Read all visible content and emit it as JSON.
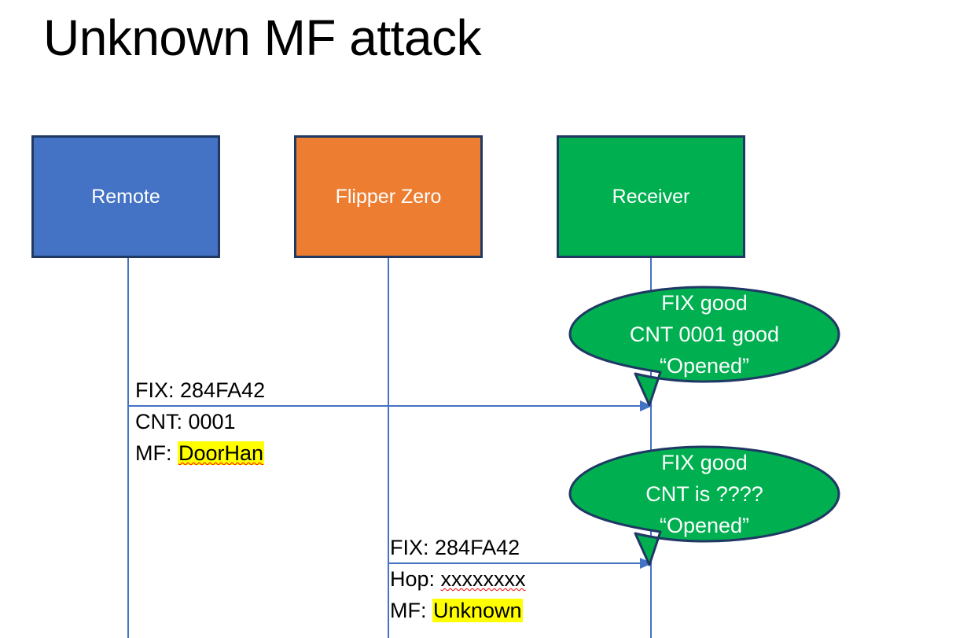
{
  "slide": {
    "title": "Unknown MF attack",
    "colors": {
      "remote_fill": "#4472C4",
      "flipper_fill": "#ED7D31",
      "receiver_fill": "#00B050",
      "box_border": "#1F3864",
      "line": "#4472C4",
      "highlight": "#FFFF00",
      "bubble_fill": "#00B050",
      "bubble_text": "#FFFFFF",
      "text": "#000000"
    }
  },
  "actors": [
    {
      "id": "remote",
      "label": "Remote"
    },
    {
      "id": "flipper",
      "label": "Flipper Zero"
    },
    {
      "id": "receiver",
      "label": "Receiver"
    }
  ],
  "messages": [
    {
      "id": "msg1",
      "from": "remote",
      "to": "receiver",
      "lines": [
        {
          "prefix": "FIX: ",
          "value": "284FA42",
          "highlight": false,
          "spellcheck_underline": false
        },
        {
          "prefix": "CNT: ",
          "value": "0001",
          "highlight": false,
          "spellcheck_underline": false
        },
        {
          "prefix": "MF: ",
          "value": "DoorHan",
          "highlight": true,
          "spellcheck_underline": true
        }
      ]
    },
    {
      "id": "msg2",
      "from": "flipper",
      "to": "receiver",
      "lines": [
        {
          "prefix": "FIX: ",
          "value": "284FA42",
          "highlight": false,
          "spellcheck_underline": false
        },
        {
          "prefix": "Hop: ",
          "value": "xxxxxxxx",
          "highlight": false,
          "spellcheck_underline": true
        },
        {
          "prefix": "MF: ",
          "value": "Unknown",
          "highlight": true,
          "spellcheck_underline": false
        }
      ]
    }
  ],
  "callouts": [
    {
      "id": "callout-1",
      "line1": "FIX good",
      "line2": "CNT 0001 good",
      "line3": "“Opened”"
    },
    {
      "id": "callout-2",
      "line1": "FIX good",
      "line2": "CNT is ????",
      "line3": "“Opened”"
    }
  ]
}
